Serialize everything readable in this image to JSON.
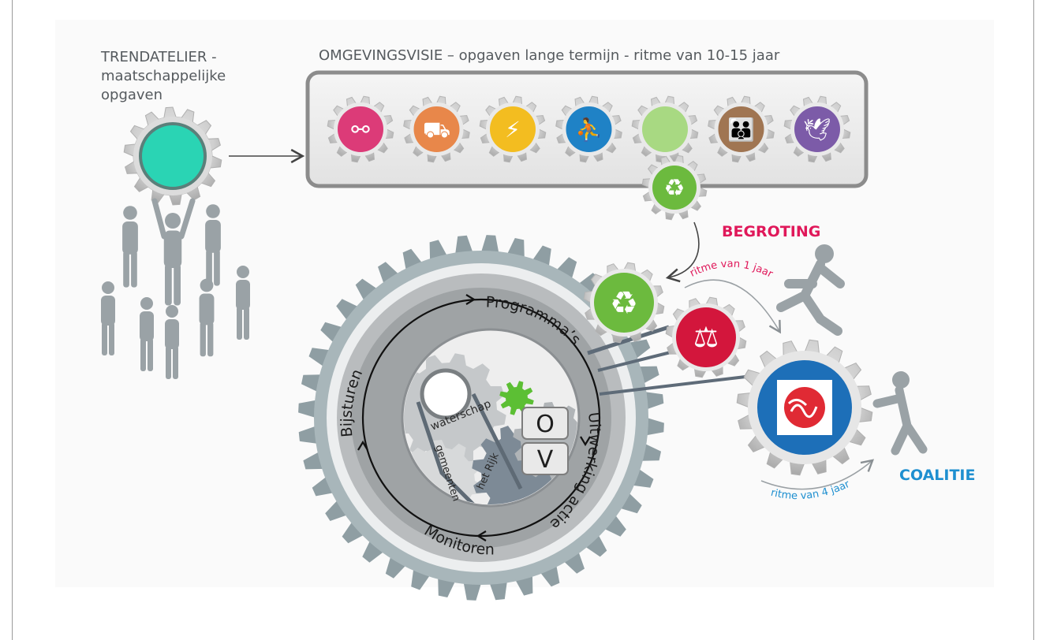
{
  "trendatelier": {
    "line1": "TRENDATELIER -",
    "line2": "maatschappelijke",
    "line3": "opgaven"
  },
  "omgevingsvisie": {
    "title": "OMGEVINGSVISIE – opgaven lange termijn - ritme van 10-15 jaar"
  },
  "begroting": {
    "label": "BEGROTING",
    "rhythm": "ritme van 1 jaar",
    "color": "#e0185a"
  },
  "coalitie": {
    "label": "COALITIE",
    "rhythm": "ritme van 4 jaar",
    "color": "#1e8fd0"
  },
  "cycle": {
    "steps": [
      "Programma’s",
      "Uitwerking acties",
      "Monitoren",
      "Bijsturen"
    ]
  },
  "inner": {
    "label1": "waterschap",
    "label2": "gemeenten",
    "label3": "het Rijk",
    "key_o": "O",
    "key_v": "V"
  },
  "theme_icons": [
    {
      "name": "network-icon",
      "color": "#dc3b78"
    },
    {
      "name": "tractor-icon",
      "color": "#e8874a"
    },
    {
      "name": "lightning-icon",
      "color": "#f3bd20"
    },
    {
      "name": "runner-icon",
      "color": "#1f82c6"
    },
    {
      "name": "empty-slot",
      "color": "#a8d982"
    },
    {
      "name": "family-icon",
      "color": "#a07552"
    },
    {
      "name": "bird-icon",
      "color": "#7c5ba8"
    }
  ],
  "colors": {
    "teal": "#2ad4b4",
    "green": "#6cba3e",
    "red": "#d3163c",
    "blue": "#1d6fb8",
    "gray": "#9aa2a6"
  }
}
